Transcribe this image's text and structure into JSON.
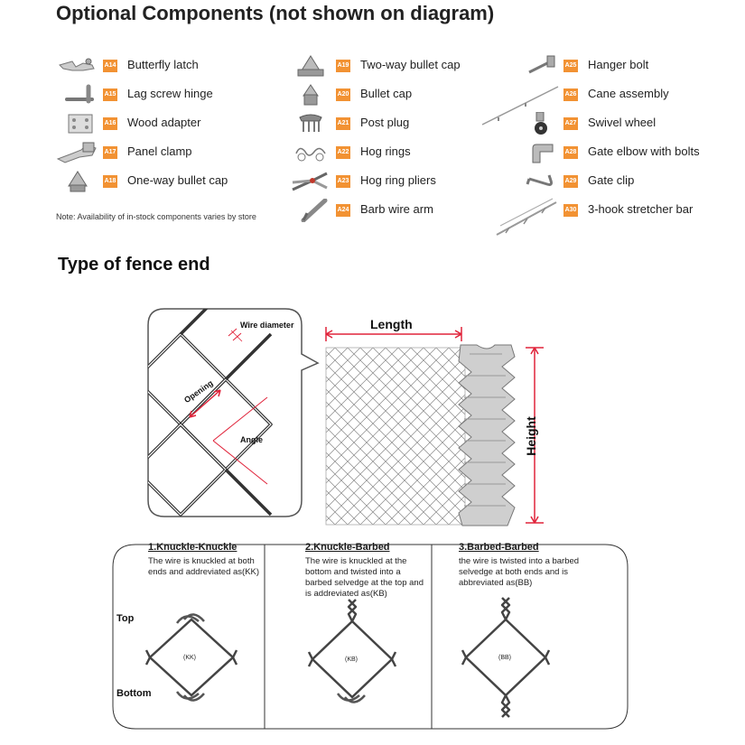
{
  "optional": {
    "title": "Optional Components (not shown on diagram)",
    "note": "Note: Availability of in-stock components varies by store",
    "items": [
      {
        "code": "A14",
        "label": "Butterfly latch",
        "icon": "butterfly-latch-icon"
      },
      {
        "code": "A15",
        "label": "Lag screw hinge",
        "icon": "lag-screw-hinge-icon"
      },
      {
        "code": "A16",
        "label": "Wood adapter",
        "icon": "wood-adapter-icon"
      },
      {
        "code": "A17",
        "label": "Panel clamp",
        "icon": "panel-clamp-icon"
      },
      {
        "code": "A18",
        "label": "One-way bullet cap",
        "icon": "one-way-bullet-cap-icon"
      },
      {
        "code": "A19",
        "label": "Two-way bullet cap",
        "icon": "two-way-bullet-cap-icon"
      },
      {
        "code": "A20",
        "label": "Bullet cap",
        "icon": "bullet-cap-icon"
      },
      {
        "code": "A21",
        "label": "Post plug",
        "icon": "post-plug-icon"
      },
      {
        "code": "A22",
        "label": "Hog rings",
        "icon": "hog-rings-icon"
      },
      {
        "code": "A23",
        "label": "Hog ring pliers",
        "icon": "hog-ring-pliers-icon"
      },
      {
        "code": "A24",
        "label": "Barb wire arm",
        "icon": "barb-wire-arm-icon"
      },
      {
        "code": "A25",
        "label": "Hanger bolt",
        "icon": "hanger-bolt-icon"
      },
      {
        "code": "A26",
        "label": "Cane assembly",
        "icon": "cane-assembly-icon"
      },
      {
        "code": "A27",
        "label": "Swivel wheel",
        "icon": "swivel-wheel-icon"
      },
      {
        "code": "A28",
        "label": "Gate elbow with bolts",
        "icon": "gate-elbow-icon"
      },
      {
        "code": "A29",
        "label": "Gate clip",
        "icon": "gate-clip-icon"
      },
      {
        "code": "A30",
        "label": "3-hook stretcher bar",
        "icon": "stretcher-bar-icon"
      }
    ],
    "code_color": "#f29233"
  },
  "fence_end": {
    "title": "Type of fence end",
    "labels": {
      "length": "Length",
      "height": "Height",
      "wire_diameter": "Wire diameter",
      "opening": "Opening",
      "angle": "Angle"
    },
    "dimension_color": "#e0233a",
    "types": [
      {
        "title": "1.Knuckle-Knuckle",
        "description": "The wire is knuckled at both ends and addreviated as(KK)",
        "abbr": "(KK)"
      },
      {
        "title": "2.Knuckle-Barbed",
        "description": "The wire is knuckled at the bottom and twisted into a barbed selvedge at the top and is addreviated as(KB)",
        "abbr": "(KB)"
      },
      {
        "title": "3.Barbed-Barbed",
        "description": "the wire is twisted into a barbed selvedge at both ends and is abbreviated as(BB)",
        "abbr": "(BB)"
      }
    ],
    "top_label": "Top",
    "bottom_label": "Bottom"
  }
}
